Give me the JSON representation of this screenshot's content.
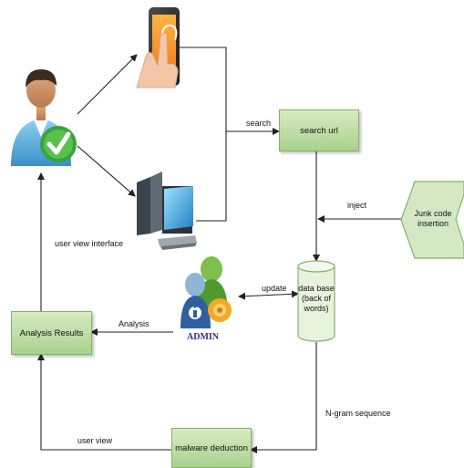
{
  "nodes": {
    "search_url": "search url",
    "database": [
      "data base",
      "(back of",
      "words)"
    ],
    "junk_code": [
      "Junk code",
      "insertion"
    ],
    "analysis_results": "Analysis Results",
    "malware_deduction": "malware deduction",
    "admin": "ADMIN"
  },
  "edges": {
    "search": "search",
    "inject": "inject",
    "update": "update",
    "analysis": "Analysis",
    "user_view_interface": "user view interface",
    "ngram": "N-gram sequence",
    "user_view": "user view"
  },
  "icons": [
    "user-check-icon",
    "smartphone-touch-icon",
    "desktop-computer-icon",
    "admin-group-icon"
  ],
  "colors": {
    "box_fill": "#b9dc9f",
    "box_border": "#82b366",
    "hex_fill": "#d5e8c4",
    "cyl_fill": "#e8f3de",
    "arrow": "#222222"
  }
}
